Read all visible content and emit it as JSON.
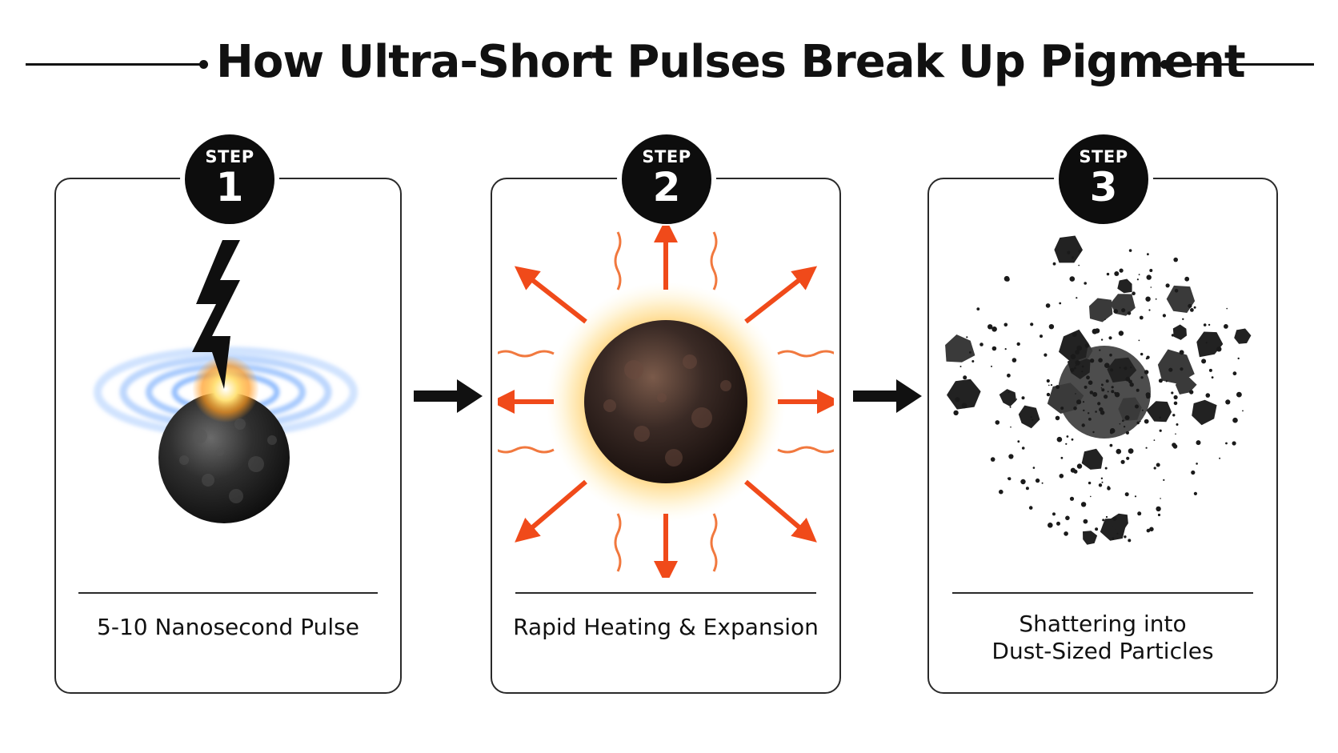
{
  "title": "How Ultra-Short Pulses Break Up Pigment",
  "steps": [
    {
      "badge": "STEP",
      "number": "1",
      "caption": "5-10 Nanosecond Pulse",
      "icon": "lightning-pulse-icon"
    },
    {
      "badge": "STEP",
      "number": "2",
      "caption": "Rapid Heating & Expansion",
      "icon": "heating-expansion-icon"
    },
    {
      "badge": "STEP",
      "number": "3",
      "caption_lines": [
        "Shattering into",
        "Dust-Sized Particles"
      ],
      "icon": "shattered-particles-icon"
    }
  ],
  "colors": {
    "ink": "#111111",
    "heat_orange": "#f04a1a",
    "glow_yellow": "#ffd23a",
    "pulse_blue": "#7fb3ff",
    "pigment_dark": "#2b2b2b"
  }
}
